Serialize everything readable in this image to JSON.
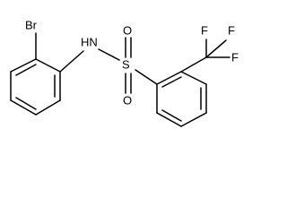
{
  "molecule": {
    "atoms": {
      "br": "Br",
      "nh": "HN",
      "s": "S",
      "o_top": "O",
      "o_bottom": "O",
      "f_top": "F",
      "f_right": "F",
      "f_mid": "F"
    },
    "colors": {
      "bond": "#000000",
      "text": "#000000",
      "background": "#ffffff"
    }
  }
}
